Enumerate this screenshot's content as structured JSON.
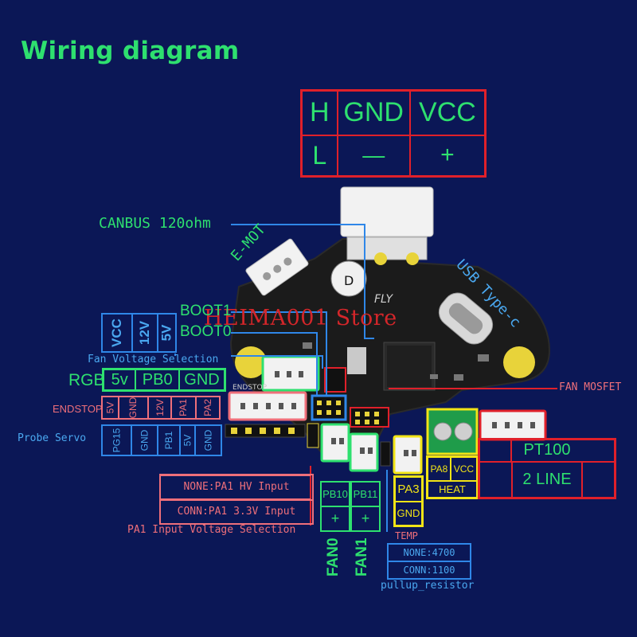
{
  "colors": {
    "background": "#0b1756",
    "red": "#e0202a",
    "green": "#2ee06f",
    "blue": "#2f87e8",
    "yellow": "#f2e416",
    "pink": "#ef6f7a",
    "light_blue": "#4aa8f0",
    "watermark": "#d4262a",
    "board": "#1a1a1a",
    "pad": "#e8d33a"
  },
  "title": "Wiring diagram",
  "canbus_table": {
    "row1": [
      "H",
      "GND",
      "VCC"
    ],
    "row2": [
      "L",
      "—",
      "+"
    ]
  },
  "labels": {
    "canbus": "CANBUS 120ohm",
    "emot": "E-MOT",
    "usb": "USB Type-c",
    "boot1": "BOOT1",
    "boot0": "BOOT0",
    "fan_voltage_selection": "Fan Voltage Selection",
    "fan_mosfet": "FAN MOSFET",
    "endstop": "ENDSTOP",
    "endstop_silk": "ENDSTOP",
    "probe_servo": "Probe  Servo",
    "pa1_input_voltage": "PA1 Input Voltage Selection",
    "pt100": "PT100",
    "two_line": "2 LINE",
    "temp": "TEMP",
    "pullup_resistor": "pullup_resistor",
    "fan0": "FAN0",
    "fan1": "FAN1",
    "board_fly": "FLY",
    "watermark": "HEIMA001 Store"
  },
  "voltage_select": [
    "VCC",
    "12V",
    "5V"
  ],
  "rgb": {
    "label": "RGB",
    "cells": [
      "5v",
      "PB0",
      "GND"
    ]
  },
  "endstop_pins": [
    "5V",
    "GND",
    "12V",
    "PA1",
    "PA2"
  ],
  "probe_pins": [
    "PG15",
    "GND",
    "PB1",
    "5V",
    "GND"
  ],
  "pa1_options": [
    "NONE:PA1 HV Input",
    "CONN:PA1 3.3V Input"
  ],
  "fan0": [
    "PB10",
    "+"
  ],
  "fan1": [
    "PB11",
    "+"
  ],
  "temp_pins": [
    "PA3",
    "GND"
  ],
  "heat": {
    "pins": [
      "PA8",
      "VCC"
    ],
    "label": "HEAT"
  },
  "pullup_options": [
    "NONE:4700",
    "CONN:1100"
  ]
}
